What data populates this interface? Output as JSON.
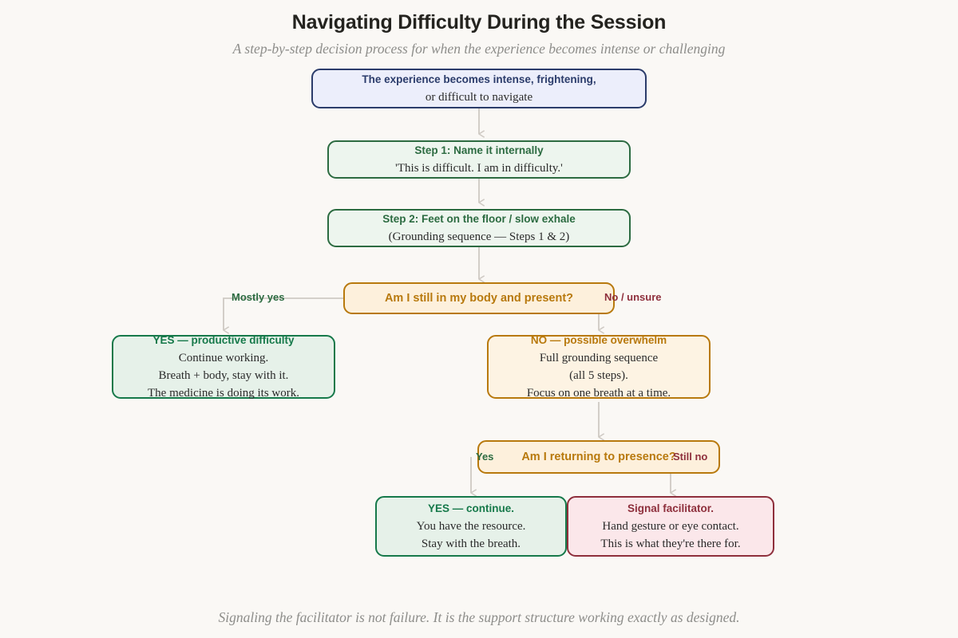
{
  "header": {
    "title": "Navigating Difficulty During the Session",
    "subtitle": "A step-by-step decision process for when the experience becomes intense or challenging"
  },
  "footer": {
    "note": "Signaling the facilitator is not failure. It is the support structure working exactly as designed."
  },
  "colors": {
    "background": "#faf8f5",
    "start_border": "#2b3c6b",
    "start_fill": "#eceefb",
    "step_border": "#2c6b41",
    "step_fill": "#edf5ee",
    "decision_border": "#b8790d",
    "decision_fill": "#fdf0dc",
    "good_border": "#16794a",
    "good_fill": "#e6f1e9",
    "warn_border": "#b8790d",
    "warn_fill": "#fdf3e3",
    "alert_border": "#8e2f3c",
    "alert_fill": "#fbe7ea",
    "connector": "#cfcac4",
    "title_text": "#24231f",
    "muted_text": "#8d8d8a"
  },
  "nodes": {
    "start": {
      "head": "The experience becomes intense, frightening,",
      "line1": "or difficult to navigate"
    },
    "step1": {
      "head": "Step 1: Name it internally",
      "line1": "'This is difficult. I am in difficulty.'"
    },
    "step2": {
      "head": "Step 2: Feet on the floor / slow exhale",
      "line1": "(Grounding sequence — Steps 1 & 2)"
    },
    "decision1": {
      "head": "Am I still in my body and present?"
    },
    "outcome_yes": {
      "head": "YES — productive difficulty",
      "line1": "Continue working.",
      "line2": "Breath + body, stay with it.",
      "line3": "The medicine is doing its work."
    },
    "outcome_no": {
      "head": "NO — possible overwhelm",
      "line1": "Full grounding sequence",
      "line2": "(all 5 steps).",
      "line3": "Focus on one breath at a time."
    },
    "decision2": {
      "head": "Am I returning to presence?"
    },
    "outcome_continue": {
      "head": "YES — continue.",
      "line1": "You have the resource.",
      "line2": "Stay with the breath."
    },
    "outcome_signal": {
      "head": "Signal facilitator.",
      "line1": "Hand gesture or eye contact.",
      "line2": "This is what they're there for."
    }
  },
  "edge_labels": {
    "mostly_yes": "Mostly yes",
    "no_unsure": "No / unsure",
    "yes": "Yes",
    "still_no": "Still no"
  }
}
